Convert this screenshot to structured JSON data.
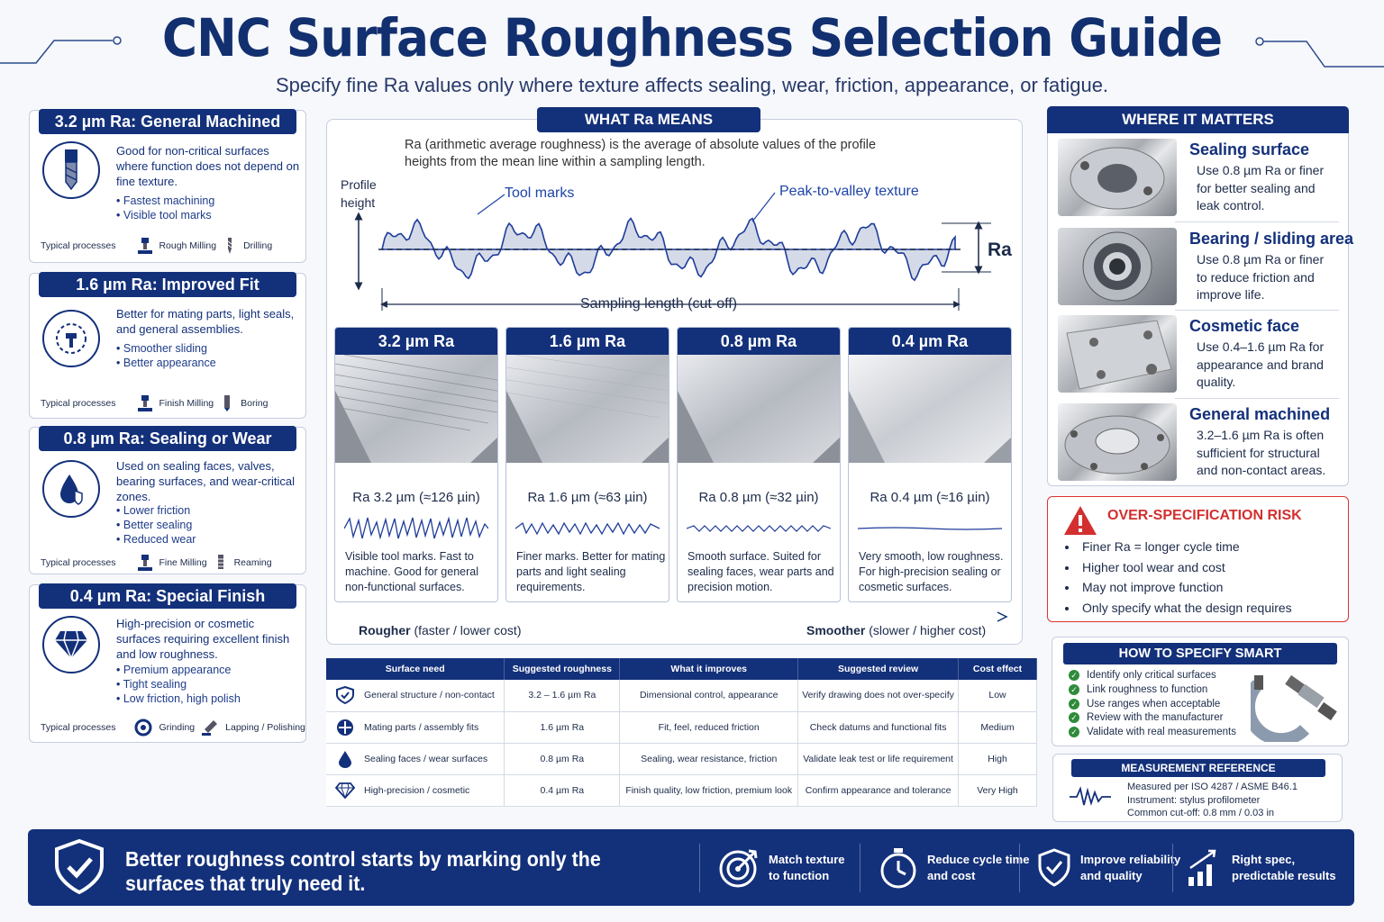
{
  "title": "CNC Surface Roughness Selection Guide",
  "subtitle": "Specify fine Ra values only where texture affects sealing, wear, friction, appearance, or fatigue.",
  "left_cards": [
    {
      "header": "3.2 µm Ra:  General Machined",
      "desc": "Good for non-critical surfaces where function does not depend on fine texture.",
      "bullets": [
        "Fastest machining",
        "Visible tool marks"
      ],
      "procs_label": "Typical processes",
      "proc1": "Rough Milling",
      "proc2": "Drilling",
      "icon": "end-mill-icon"
    },
    {
      "header": "1.6 µm Ra:  Improved Fit",
      "desc": "Better for mating parts, light seals, and general assemblies.",
      "bullets": [
        "Smoother sliding",
        "Better appearance"
      ],
      "procs_label": "Typical processes",
      "proc1": "Finish Milling",
      "proc2": "Boring",
      "icon": "target-fit-icon"
    },
    {
      "header": "0.8 µm Ra:  Sealing or Wear",
      "desc": "Used on sealing faces, valves, bearing surfaces, and wear-critical zones.",
      "bullets": [
        "Lower friction",
        "Better sealing",
        "Reduced wear"
      ],
      "procs_label": "Typical processes",
      "proc1": "Fine Milling",
      "proc2": "Reaming",
      "icon": "drop-shield-icon"
    },
    {
      "header": "0.4 µm Ra:  Special Finish",
      "desc": "High-precision or cosmetic surfaces requiring excellent finish and low roughness.",
      "bullets": [
        "Premium appearance",
        "Tight sealing",
        "Low friction, high polish"
      ],
      "procs_label": "Typical processes",
      "proc1": "Grinding",
      "proc2": "Lapping / Polishing",
      "icon": "diamond-icon"
    }
  ],
  "center": {
    "header": "WHAT Ra MEANS",
    "definition": "Ra (arithmetic average roughness) is the average of absolute values of the profile heights from the mean line within a sampling length.",
    "profile_label_1": "Profile",
    "profile_label_2": "height",
    "tool_marks": "Tool marks",
    "peak_valley": "Peak-to-valley texture",
    "ra_label": "Ra",
    "sampling": "Sampling length (cut-off)",
    "samples": [
      {
        "head": "3.2 µm Ra",
        "value": "Ra 3.2 µm (≈126 µin)",
        "desc": "Visible tool marks. Fast to machine. Good for general non-functional surfaces."
      },
      {
        "head": "1.6 µm Ra",
        "value": "Ra 1.6 µm (≈63 µin)",
        "desc": "Finer marks. Better for mating parts and light sealing requirements."
      },
      {
        "head": "0.8 µm Ra",
        "value": "Ra 0.8 µm (≈32 µin)",
        "desc": "Smooth surface. Suited for sealing faces, wear parts and precision motion."
      },
      {
        "head": "0.4 µm Ra",
        "value": "Ra 0.4 µm (≈16 µin)",
        "desc": "Very smooth, low roughness. For high-precision sealing or cosmetic surfaces."
      }
    ],
    "rougher_b": "Rougher",
    "rougher_n": " (faster / lower cost)",
    "smoother_b": "Smoother",
    "smoother_n": " (slower / higher cost)"
  },
  "table": {
    "headers": [
      "Surface need",
      "Suggested roughness",
      "What it improves",
      "Suggested review",
      "Cost effect"
    ],
    "rows": [
      [
        "General structure / non-contact",
        "3.2 – 1.6 µm Ra",
        "Dimensional control, appearance",
        "Verify drawing does not over-specify",
        "Low"
      ],
      [
        "Mating parts / assembly fits",
        "1.6 µm Ra",
        "Fit, feel, reduced friction",
        "Check datums and functional fits",
        "Medium"
      ],
      [
        "Sealing faces / wear surfaces",
        "0.8 µm Ra",
        "Sealing, wear resistance, friction",
        "Validate leak test or life requirement",
        "High"
      ],
      [
        "High-precision / cosmetic",
        "0.4 µm Ra",
        "Finish quality, low friction, premium look",
        "Confirm appearance and tolerance",
        "Very High"
      ]
    ]
  },
  "where": {
    "header": "WHERE IT MATTERS",
    "items": [
      {
        "title": "Sealing surface",
        "desc": "Use 0.8 µm Ra or finer for better sealing and leak control."
      },
      {
        "title": "Bearing / sliding area",
        "desc": "Use 0.8 µm Ra or finer to reduce friction and improve life."
      },
      {
        "title": "Cosmetic face",
        "desc": "Use 0.4–1.6 µm Ra for appearance and brand quality."
      },
      {
        "title": "General machined",
        "desc": "3.2–1.6 µm Ra is often sufficient for structural and non-contact areas."
      }
    ]
  },
  "risk": {
    "title": "OVER-SPECIFICATION RISK",
    "items": [
      "Finer Ra = longer cycle time",
      "Higher tool wear and cost",
      "May not improve function",
      "Only specify what the design requires"
    ]
  },
  "smart": {
    "title": "HOW TO SPECIFY SMART",
    "items": [
      "Identify only critical surfaces",
      "Link roughness to function",
      "Use ranges when acceptable",
      "Review with the manufacturer",
      "Validate with real measurements"
    ]
  },
  "measurement": {
    "title": "MEASUREMENT REFERENCE",
    "lines": [
      "Measured per ISO 4287 / ASME B46.1",
      "Instrument: stylus profilometer",
      "Common cut-off: 0.8 mm / 0.03 in"
    ]
  },
  "footer": {
    "main": "Better roughness control starts by marking only the surfaces that truly need it.",
    "items": [
      {
        "l1": "Match texture",
        "l2": "to function"
      },
      {
        "l1": "Reduce cycle time",
        "l2": "and cost"
      },
      {
        "l1": "Improve reliability",
        "l2": "and quality"
      },
      {
        "l1": "Right spec,",
        "l2": "predictable results"
      }
    ]
  },
  "colors": {
    "navy": "#13307a",
    "accent": "#1e44a8",
    "risk": "#d32f2f",
    "check": "#2e8b3a"
  }
}
